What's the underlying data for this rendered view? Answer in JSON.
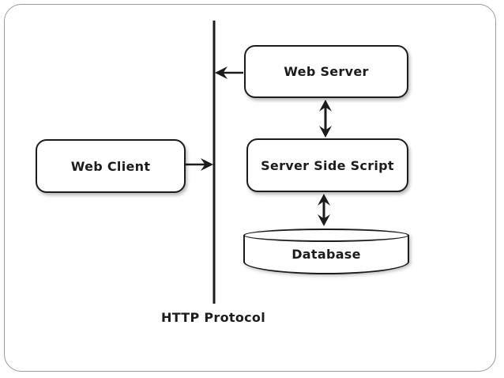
{
  "diagram": {
    "type": "architecture-diagram",
    "nodes": [
      {
        "id": "web_client",
        "label": "Web Client",
        "shape": "rounded-rect"
      },
      {
        "id": "web_server",
        "label": "Web Server",
        "shape": "rounded-rect"
      },
      {
        "id": "server_side_script",
        "label": "Server Side Script",
        "shape": "rounded-rect"
      },
      {
        "id": "database",
        "label": "Database",
        "shape": "cylinder"
      }
    ],
    "protocol_label": "HTTP Protocol",
    "edges": [
      {
        "from": "Web Server",
        "to": "HTTP Protocol line",
        "style": "arrow",
        "direction": "unidirectional-left"
      },
      {
        "from": "Web Client",
        "to": "HTTP Protocol line",
        "style": "arrow",
        "direction": "unidirectional-right"
      },
      {
        "from": "Web Server",
        "to": "Server Side Script",
        "style": "arrow",
        "direction": "bidirectional"
      },
      {
        "from": "Server Side Script",
        "to": "Database",
        "style": "arrow",
        "direction": "bidirectional"
      }
    ],
    "colors": {
      "stroke": "#1c1c1c",
      "text": "#1c1c1c",
      "node_fill": "#ffffff",
      "frame_border": "#9a9a9a",
      "background": "#ffffff"
    }
  }
}
